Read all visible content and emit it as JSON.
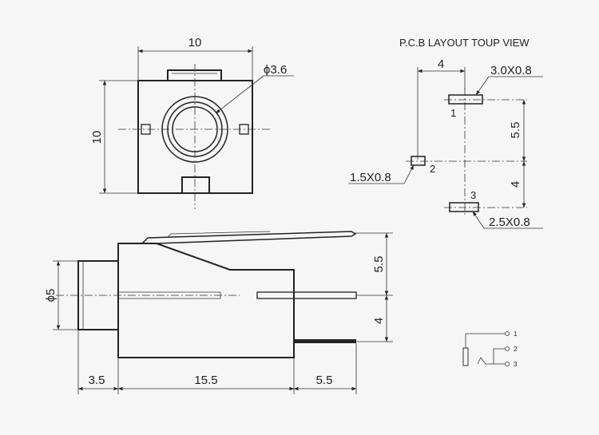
{
  "top_view": {
    "width_dim": "10",
    "height_dim": "10",
    "hole_dim": "ϕ3.6"
  },
  "pcb_layout": {
    "title": "P.C.B LAYOUT  TOUP VIEW",
    "dim_h": "4",
    "dim_v1": "5.5",
    "dim_v2": "4",
    "pad1_size": "3.0X0.8",
    "pad2_size": "1.5X0.8",
    "pad3_size": "2.5X0.8",
    "pad1_label": "1",
    "pad2_label": "2",
    "pad3_label": "3"
  },
  "side_view": {
    "diameter": "ϕ5",
    "dim_v1": "5.5",
    "dim_v2": "4",
    "dim_front": "3.5",
    "dim_body": "15.5",
    "dim_pins": "5.5"
  },
  "schematic": {
    "pin1": "1",
    "pin2": "2",
    "pin3": "3"
  }
}
